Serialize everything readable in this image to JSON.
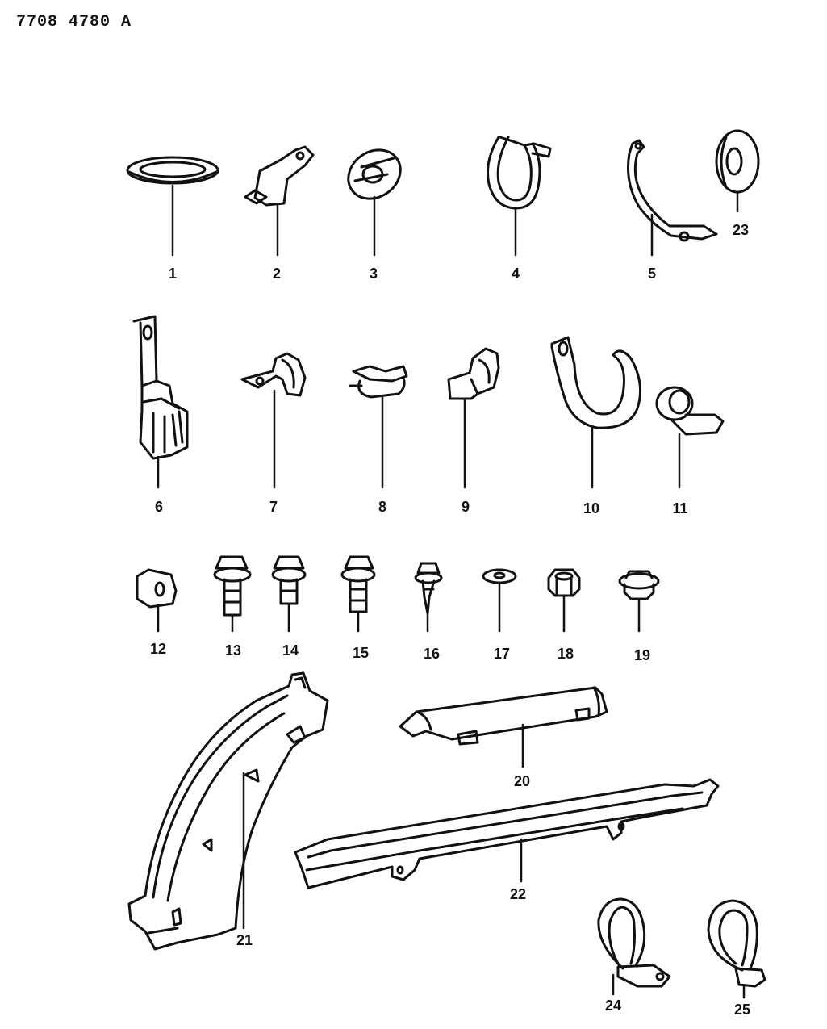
{
  "doc_code": "7708 4780 A",
  "labels": {
    "p1": "1",
    "p2": "2",
    "p3": "3",
    "p4": "4",
    "p5": "5",
    "p6": "6",
    "p7": "7",
    "p8": "8",
    "p9": "9",
    "p10": "10",
    "p11": "11",
    "p12": "12",
    "p13": "13",
    "p14": "14",
    "p15": "15",
    "p16": "16",
    "p17": "17",
    "p18": "18",
    "p19": "19",
    "p20": "20",
    "p21": "21",
    "p22": "22",
    "p23": "23",
    "p24": "24",
    "p25": "25"
  }
}
